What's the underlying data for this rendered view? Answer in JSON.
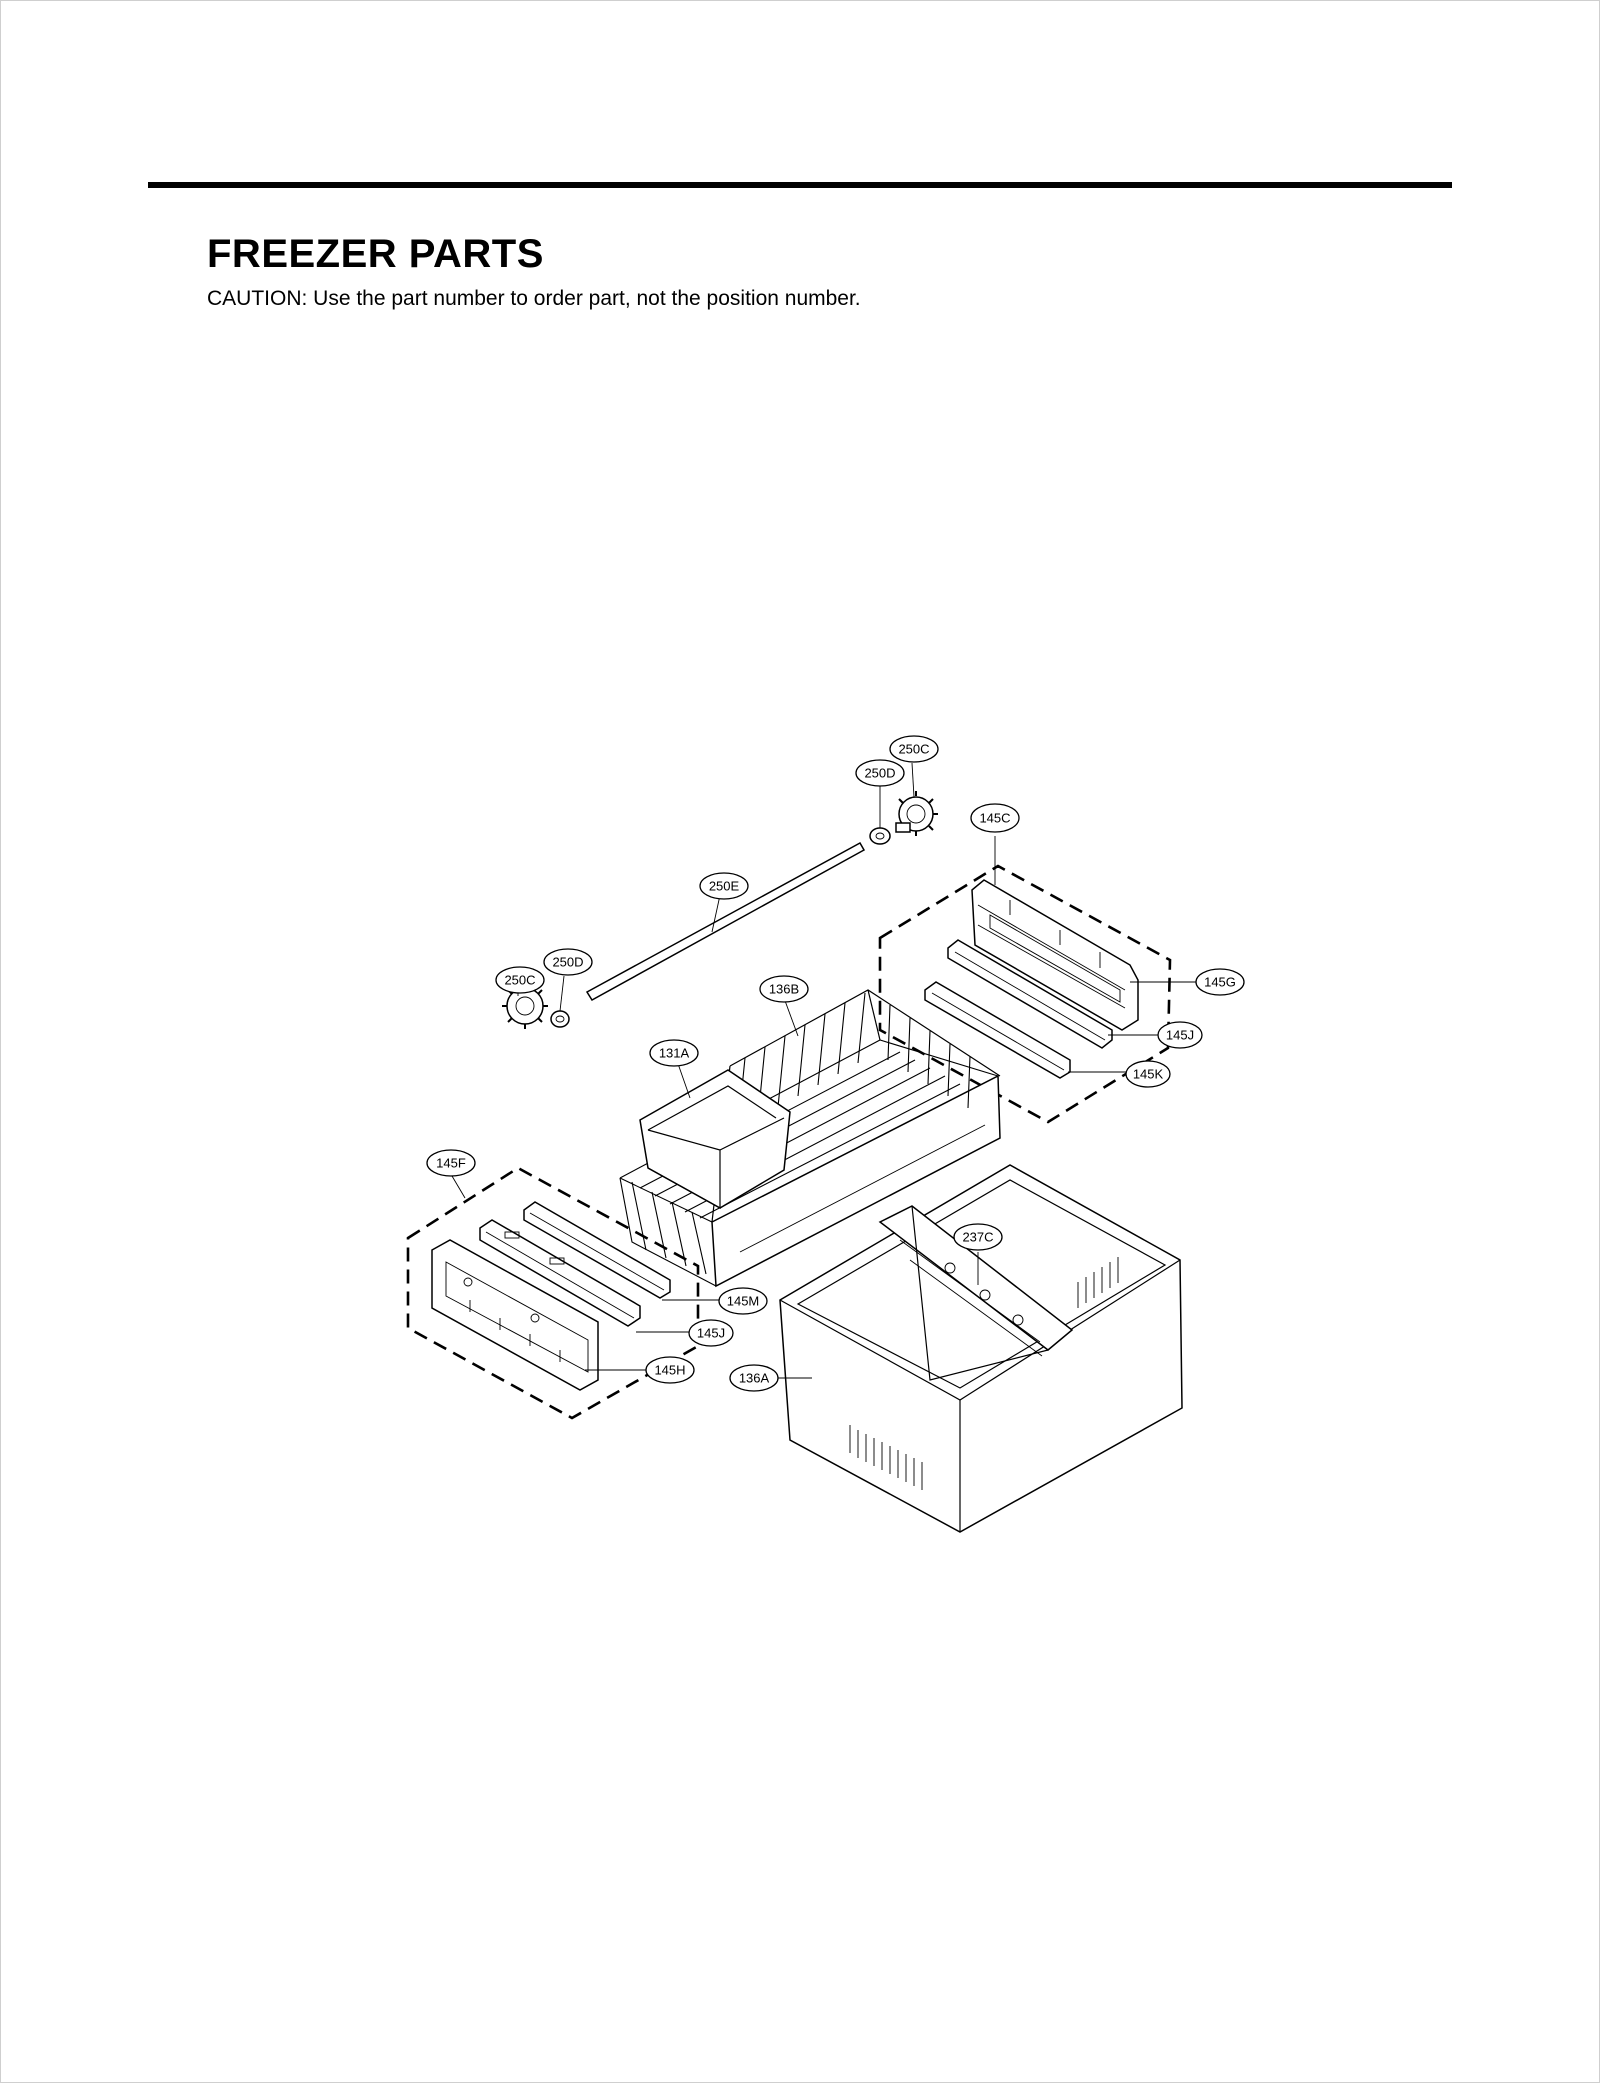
{
  "header": {
    "title": "FREEZER PARTS",
    "caution": "CAUTION: Use the part number to order part, not the position number."
  },
  "callouts": {
    "c250C_top": "250C",
    "c250D_top": "250D",
    "c145C": "145C",
    "c250E": "250E",
    "c250D_left": "250D",
    "c250C_left": "250C",
    "c136B": "136B",
    "c145G": "145G",
    "c145J_right": "145J",
    "c131A": "131A",
    "c145K": "145K",
    "c145F": "145F",
    "c237C": "237C",
    "c145M": "145M",
    "c145J_left": "145J",
    "c145H": "145H",
    "c136A": "136A"
  }
}
